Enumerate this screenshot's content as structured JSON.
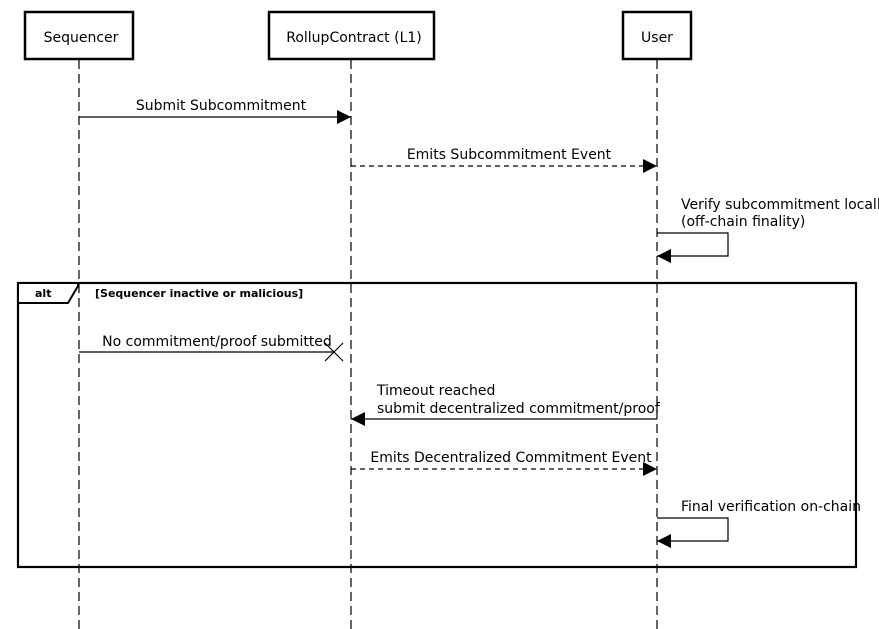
{
  "diagram": {
    "type": "sequence",
    "participants": [
      {
        "id": "seq",
        "name": "Sequencer"
      },
      {
        "id": "rc",
        "name": "RollupContract (L1)"
      },
      {
        "id": "user",
        "name": "User"
      }
    ],
    "messages": [
      {
        "from": "seq",
        "to": "rc",
        "style": "solid",
        "head": "filled",
        "lines": [
          "Submit Subcommitment"
        ]
      },
      {
        "from": "rc",
        "to": "user",
        "style": "dashed",
        "head": "filled",
        "lines": [
          "Emits Subcommitment Event"
        ]
      },
      {
        "from": "user",
        "to": "user",
        "style": "solid",
        "head": "filled",
        "lines": [
          "Verify subcommitment locally",
          "(off-chain finality)"
        ]
      },
      {
        "from": "seq",
        "to": "rc",
        "style": "solid",
        "head": "lost",
        "lines": [
          "No commitment/proof submitted"
        ]
      },
      {
        "from": "user",
        "to": "rc",
        "style": "solid",
        "head": "filled",
        "lines": [
          "Timeout reached",
          "submit decentralized commitment/proof"
        ]
      },
      {
        "from": "rc",
        "to": "user",
        "style": "dashed",
        "head": "filled",
        "lines": [
          "Emits Decentralized Commitment Event"
        ]
      },
      {
        "from": "user",
        "to": "user",
        "style": "solid",
        "head": "filled",
        "lines": [
          "Final verification on-chain"
        ]
      }
    ],
    "fragment": {
      "keyword": "alt",
      "guard": "[Sequencer inactive or malicious]"
    }
  }
}
